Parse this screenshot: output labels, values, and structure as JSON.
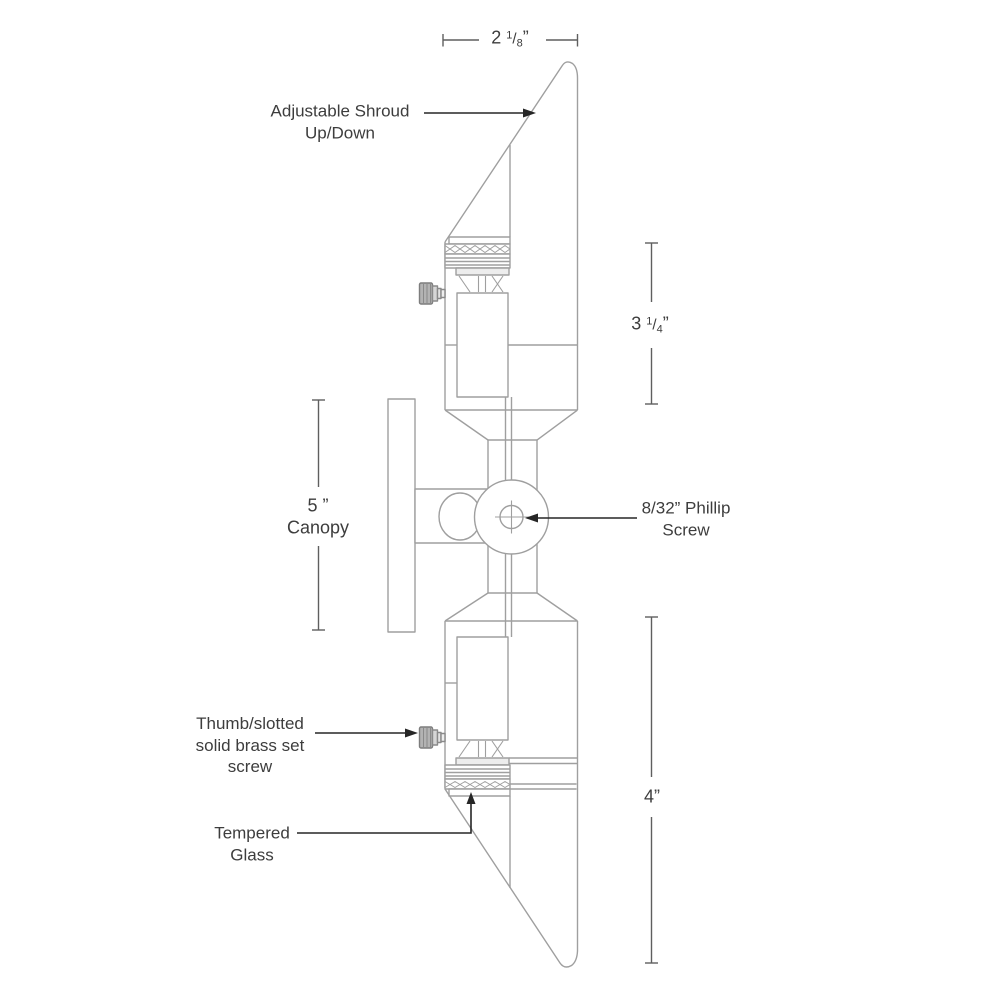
{
  "colors": {
    "outline": "#9f9f9f",
    "dimension_line": "#5f5f5f",
    "arrow": "#262626",
    "text": "#3d3d3d",
    "knob_fill": "#b3b3b3",
    "collar_fill": "#ededed"
  },
  "dimensions": {
    "width": {
      "whole": "2 ",
      "numerator": "1",
      "slash": "/",
      "denominator": "8",
      "unit": "”"
    },
    "upper_height": {
      "whole": "3 ",
      "numerator": "1",
      "slash": "/",
      "denominator": "4",
      "unit": "”"
    },
    "canopy": {
      "value": "5 ”",
      "label": "Canopy"
    },
    "lower_height": {
      "value": "4”"
    }
  },
  "callouts": {
    "shroud": {
      "line1": "Adjustable Shroud",
      "line2": "Up/Down"
    },
    "phillips_screw": {
      "line1": "8/32” Phillip",
      "line2": "Screw"
    },
    "set_screw": {
      "line1": "Thumb/slotted",
      "line2": "solid brass set",
      "line3": "screw"
    },
    "tempered_glass": {
      "line1": "Tempered",
      "line2": "Glass"
    }
  }
}
